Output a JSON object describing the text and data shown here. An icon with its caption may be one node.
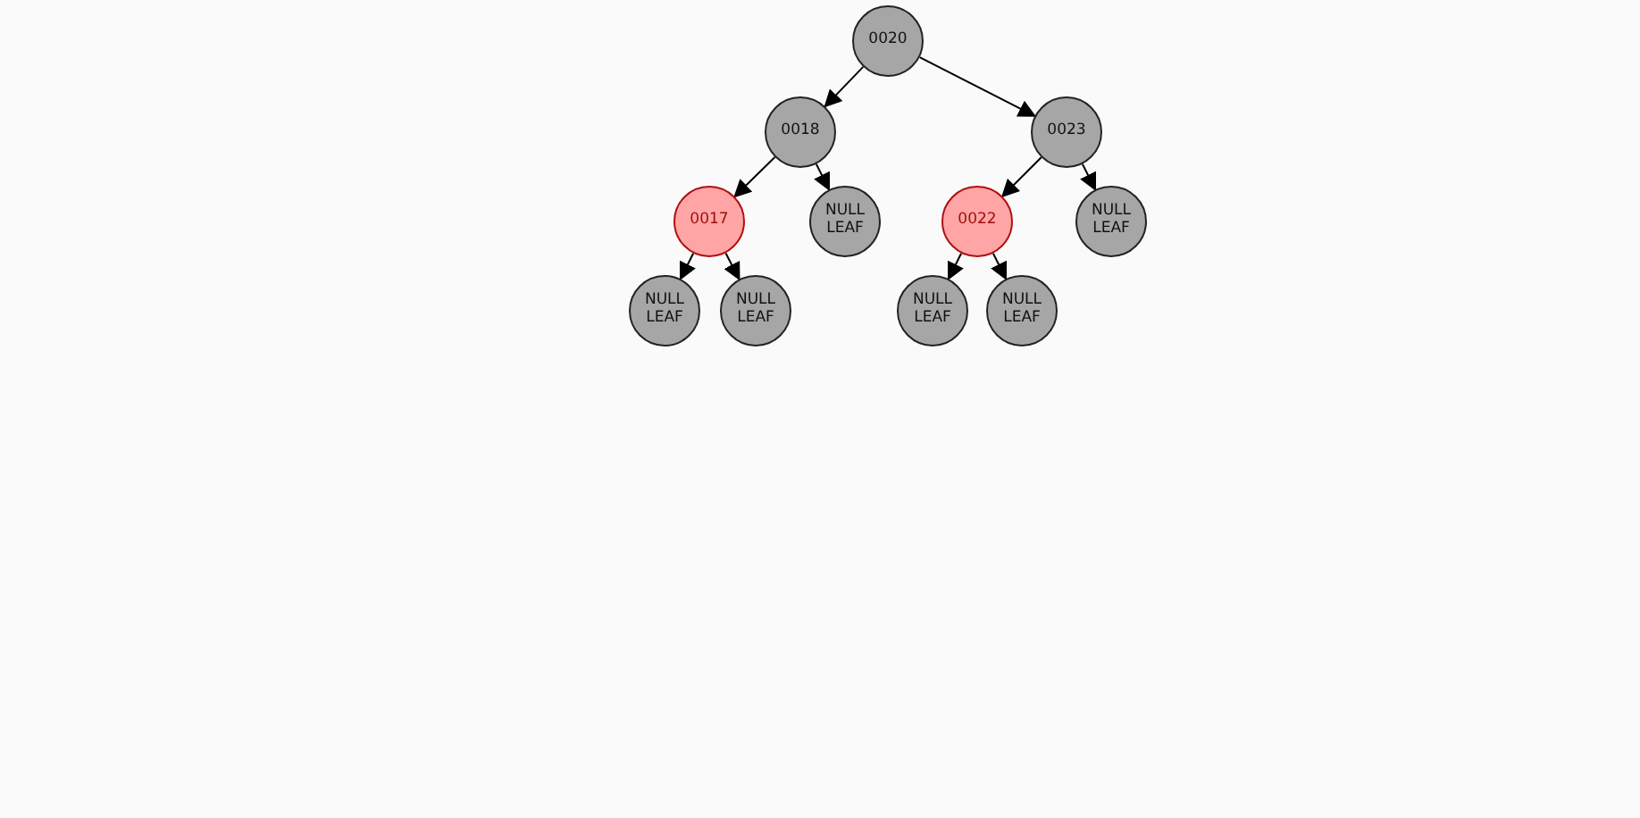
{
  "diagram": {
    "nodes": [
      {
        "text": [
          "0020"
        ]
      },
      {
        "text": [
          "0018"
        ]
      },
      {
        "text": [
          "0023"
        ]
      },
      {
        "text": [
          "0017"
        ]
      },
      {
        "text": [
          "NULL LEAF"
        ]
      },
      {
        "text": [
          "0022"
        ]
      },
      {
        "text": [
          "NULL LEAF"
        ]
      },
      {
        "text": [
          "NULL LEAF"
        ]
      },
      {
        "text": [
          "NULL LEAF"
        ]
      },
      {
        "text": [
          "NULL LEAF"
        ]
      },
      {
        "text": [
          "NULL LEAF"
        ]
      }
    ],
    "edges": [
      {
        "from": 0,
        "to": 1,
        "arrow": "to"
      },
      {
        "from": 0,
        "to": 2,
        "arrow": "to"
      },
      {
        "from": 1,
        "to": 3,
        "arrow": "to"
      },
      {
        "from": 1,
        "to": 4,
        "arrow": "to"
      },
      {
        "from": 2,
        "to": 5,
        "arrow": "to"
      },
      {
        "from": 2,
        "to": 6,
        "arrow": "to"
      },
      {
        "from": 3,
        "to": 7,
        "arrow": "to"
      },
      {
        "from": 3,
        "to": 8,
        "arrow": "to"
      },
      {
        "from": 5,
        "to": 9,
        "arrow": "to"
      },
      {
        "from": 5,
        "to": 10,
        "arrow": "to"
      }
    ]
  }
}
